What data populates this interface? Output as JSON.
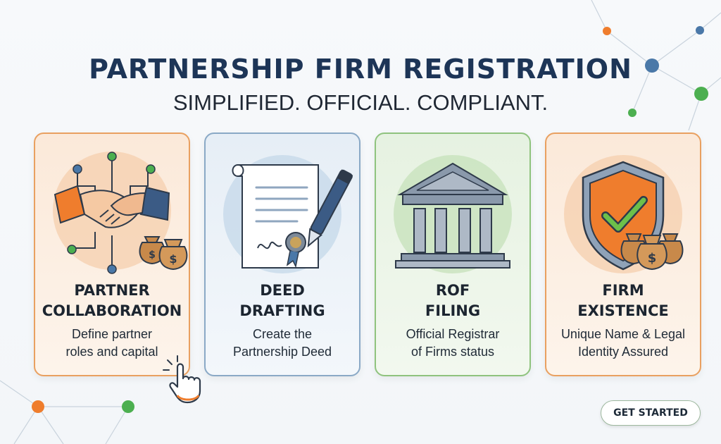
{
  "hero": {
    "title": "PARTNERSHIP FIRM REGISTRATION",
    "subtitle": "SIMPLIFIED. OFFICIAL. COMPLIANT."
  },
  "cards": [
    {
      "title_line1": "PARTNER",
      "title_line2": "COLLABORATION",
      "desc_line1": "Define partner",
      "desc_line2": "roles and capital",
      "icon": "handshake-icon",
      "accent": "#e9a060"
    },
    {
      "title_line1": "DEED",
      "title_line2": "DRAFTING",
      "desc_line1": "Create the",
      "desc_line2": "Partnership Deed",
      "icon": "document-pen-icon",
      "accent": "#8aa9c6"
    },
    {
      "title_line1": "ROF",
      "title_line2": "FILING",
      "desc_line1": "Official Registrar",
      "desc_line2": "of Firms status",
      "icon": "government-building-icon",
      "accent": "#8fc37e"
    },
    {
      "title_line1": "FIRM",
      "title_line2": "EXISTENCE",
      "desc_line1": "Unique Name & Legal",
      "desc_line2": "Identity Assured",
      "icon": "shield-check-icon",
      "accent": "#e9a060"
    }
  ],
  "cta": {
    "label": "GET STARTED"
  },
  "colors": {
    "navy": "#1d3557",
    "orange": "#ef7d2d",
    "green": "#4caf50",
    "blue": "#4a78a8"
  }
}
